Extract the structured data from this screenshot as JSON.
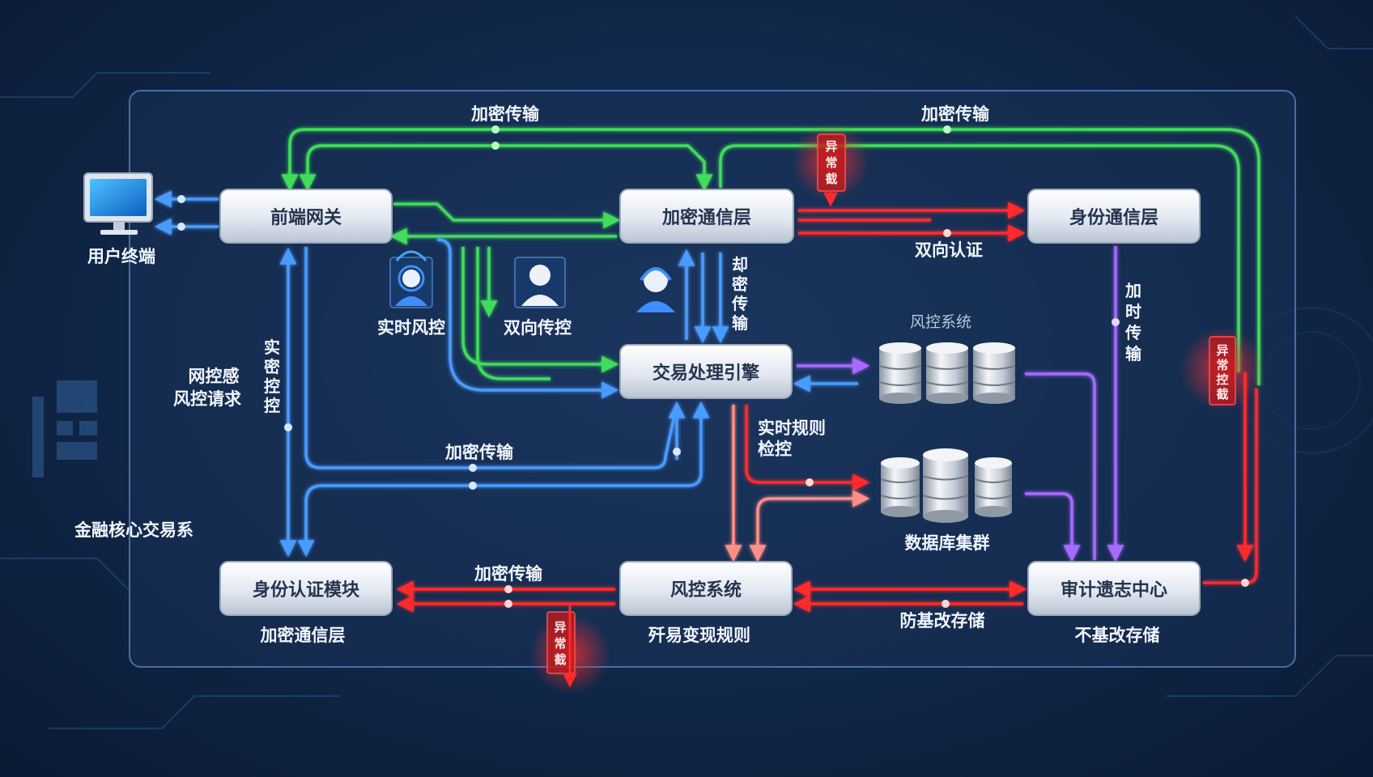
{
  "colors": {
    "green": "#3fdc5a",
    "blue": "#3f8fff",
    "red": "#ff2b2b",
    "purple": "#a66bff",
    "salmon": "#ff8f86",
    "node_fill": "#e8edf4"
  },
  "nodes": {
    "gateway": "前端网关",
    "crypto_layer": "加密通信层",
    "identity_layer": "身份通信层",
    "engine": "交易处理引擎",
    "identity_module": "身份认证模块",
    "risk_system": "风控系统",
    "audit_center": "审计遗志中心"
  },
  "user_terminal": {
    "label": "用户终端",
    "icon": "monitor-icon"
  },
  "agents": {
    "realtime_risk": {
      "label": "实时风控",
      "icon": "agent-headset-icon"
    },
    "bidirectional": {
      "label": "双向传控",
      "icon": "user-avatar-icon"
    },
    "support": {
      "icon": "agent-headset-icon"
    }
  },
  "labels": {
    "enc_top_left": "加密传输",
    "enc_top_right": "加密传输",
    "enc_middle": "加密传输",
    "enc_bottom": "加密传输",
    "mutual_auth": "双向认证",
    "risk_system_db": "风控系统",
    "db_cluster": "数据库集群",
    "realtime_rules_1": "实时规则",
    "realtime_rules_2": "检控",
    "tamper_proof": "防基改存储",
    "sub_identity_module": "加密通信层",
    "sub_risk_system": "歼易变现规则",
    "sub_audit": "不基改存储",
    "risk_request_1": "网控感",
    "risk_request_2": "风控请求",
    "system_name": "金融核心交易系",
    "v_realtime_check": [
      "实",
      "密",
      "控",
      "控"
    ],
    "v_enc_transfer": [
      "却",
      "密",
      "传",
      "输"
    ],
    "v_add_transfer": [
      "加",
      "时",
      "传",
      "输"
    ]
  },
  "alerts": {
    "top": [
      "异",
      "常",
      "截"
    ],
    "right": [
      "异",
      "常",
      "控",
      "截"
    ],
    "bottom": [
      "异",
      "常",
      "截"
    ]
  }
}
